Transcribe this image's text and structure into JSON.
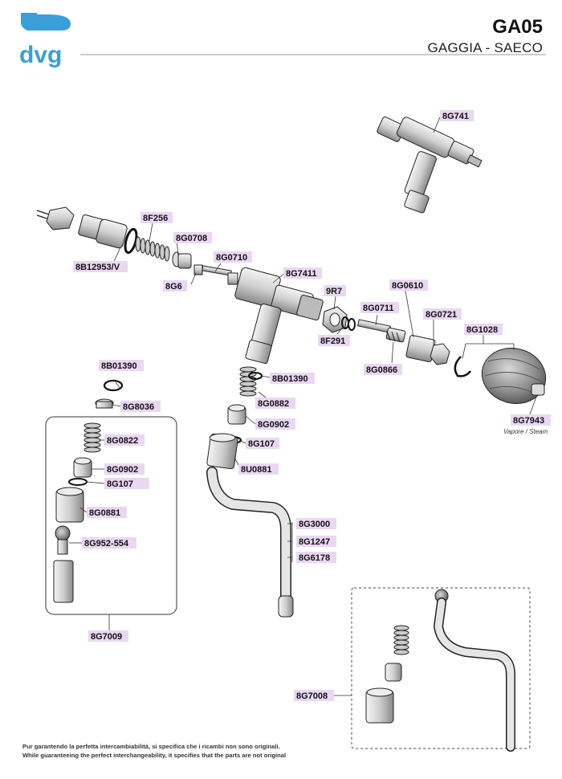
{
  "header": {
    "logo_text": "dvg",
    "code": "GA05",
    "brand": "GAGGIA - SAECO"
  },
  "labels": {
    "p8G741": "8G741",
    "p8F256": "8F256",
    "p8G0708": "8G0708",
    "p8B12953V": "8B12953/V",
    "p8G0710": "8G0710",
    "p8G6": "8G6",
    "p8G7411": "8G7411",
    "p9R7": "9R7",
    "p8G0610": "8G0610",
    "p8G0711": "8G0711",
    "p8G0721": "8G0721",
    "p8G1028": "8G1028",
    "p8F291": "8F291",
    "p8G0866": "8G0866",
    "p8B01390a": "8B01390",
    "p8B01390b": "8B01390",
    "p8G8036": "8G8036",
    "p8G0882": "8G0882",
    "p8G0902a": "8G0902",
    "p8G0822": "8G0822",
    "p8G107a": "8G107",
    "p8U0881": "8U0881",
    "p8G0902b": "8G0902",
    "p8G107b": "8G107",
    "p8G0881": "8G0881",
    "p8G952": "8G952-554",
    "p8G3000": "8G3000",
    "p8G1247": "8G1247",
    "p8G6178": "8G6178",
    "p8G7943": "8G7943",
    "p8G7009": "8G7009",
    "p8G7008": "8G7008"
  },
  "steam_caption": "Vapore / Steam",
  "footer": {
    "line_it": "Pur garantendo la perfetta intercambiabilità, si specifica che i ricambi non sono originali.",
    "line_en": "While guaranteeing the perfect interchangeability, it specifies that the parts are not original"
  },
  "colors": {
    "logo": "#3a9ed8",
    "label_bg": "#ead7f2"
  }
}
